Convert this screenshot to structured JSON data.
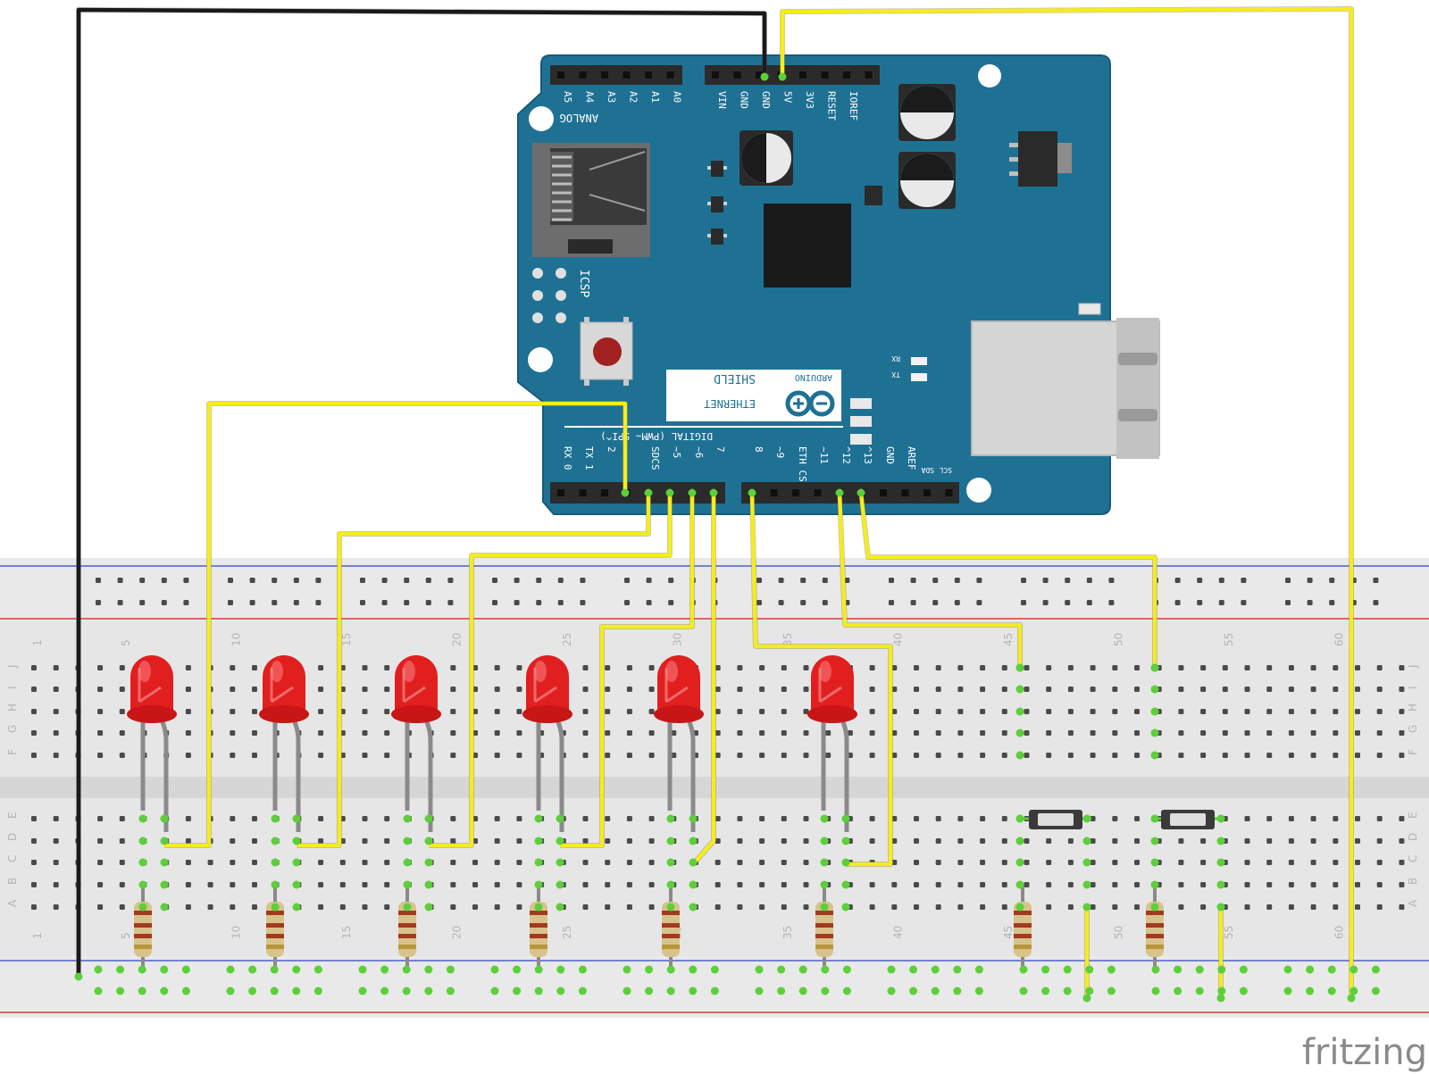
{
  "watermark": "fritzing",
  "board": {
    "header_label": "ANALOG IN",
    "icsp_label": "ICSP",
    "logo_small": "ARDUINO",
    "logo_line1": "ETHERNET",
    "logo_line2": "SHIELD",
    "digital_label": "DIGITAL (PWM~ SPI^)",
    "rx_led": "RX",
    "tx_led": "TX",
    "analog_pins": [
      "A5",
      "A4",
      "A3",
      "A2",
      "A1",
      "A0"
    ],
    "power_pins": [
      "VIN",
      "GND",
      "GND",
      "5V",
      "3V3",
      "RESET",
      "IOREF"
    ],
    "digital_pins_low": [
      "RX 0",
      "TX 1",
      "2",
      "SDCS",
      "~5",
      "~6",
      "7"
    ],
    "digital_pins_high": [
      "8",
      "~9",
      "ETH CS",
      "~11",
      "^12",
      "^13",
      "GND",
      "AREF",
      "SDA",
      "SCL"
    ]
  },
  "breadboard": {
    "col_numbers": [
      "1",
      "5",
      "10",
      "15",
      "20",
      "25",
      "30",
      "35",
      "40",
      "45",
      "50",
      "55",
      "60"
    ],
    "row_letters_top": [
      "J",
      "I",
      "H",
      "G",
      "F"
    ],
    "row_letters_bottom": [
      "E",
      "D",
      "C",
      "B",
      "A"
    ]
  },
  "colors": {
    "board": "#1f7194",
    "wire_signal": "#f5ec1e",
    "wire_ground": "#1a1a1a",
    "led": "#e11f1f",
    "breadboard": "#e4e4e4"
  },
  "components": {
    "leds": 6,
    "resistors": 8,
    "pushbuttons": 2
  }
}
